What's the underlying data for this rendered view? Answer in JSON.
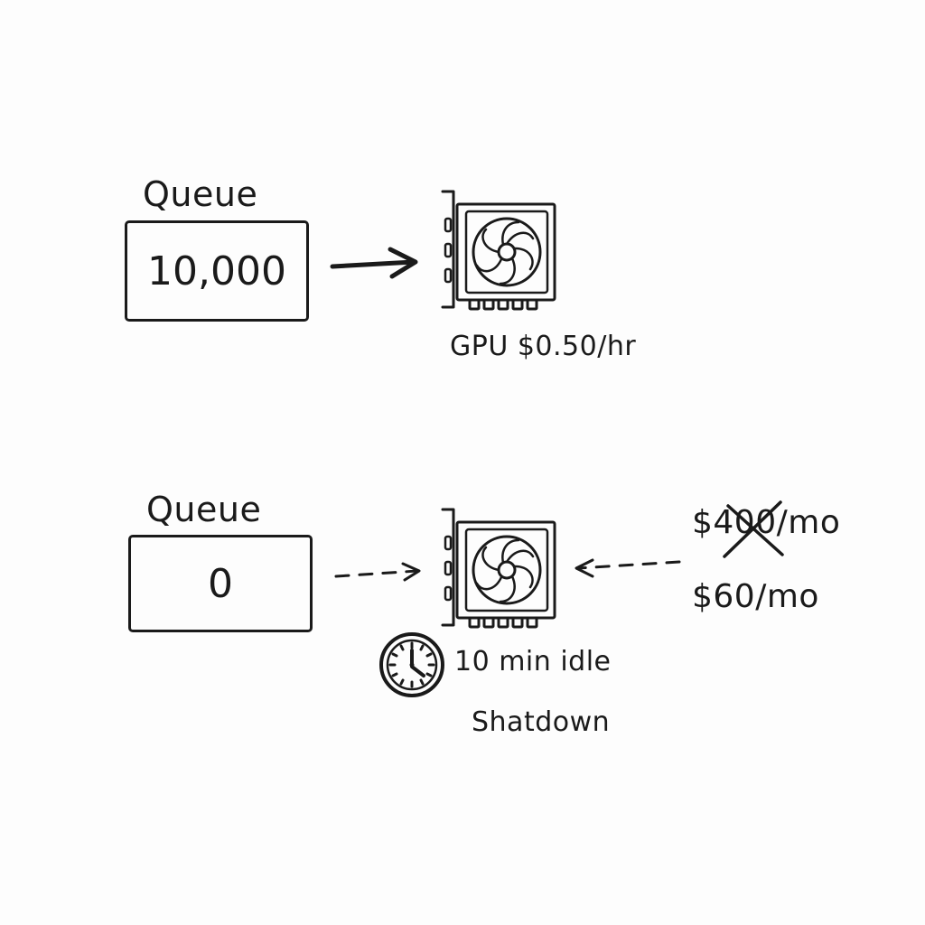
{
  "top_row": {
    "queue_label": "Queue",
    "queue_value": "10,000",
    "gpu_caption": "GPU $0.50/hr"
  },
  "bottom_row": {
    "queue_label": "Queue",
    "queue_value": "0",
    "idle_note": "10 min idle",
    "shutdown_note": "Shatdown",
    "old_cost": "$400/mo",
    "new_cost": "$60/mo"
  },
  "icons": {
    "gpu": "gpu-card-icon",
    "clock": "clock-icon",
    "arrow": "arrow-right-icon"
  },
  "colors": {
    "ink": "#1a1a1a",
    "background": "#fdfdfd"
  }
}
